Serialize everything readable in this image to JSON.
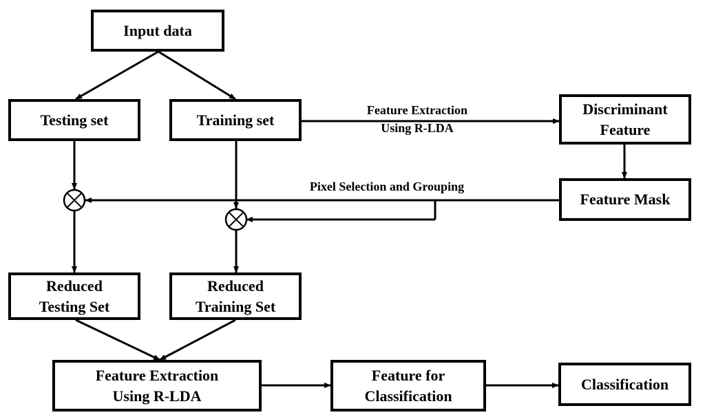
{
  "colors": {
    "stroke": "#000000",
    "background": "#ffffff"
  },
  "nodes": {
    "input_data": "Input data",
    "testing_set": "Testing set",
    "training_set": "Training set",
    "discriminant_feature": [
      "Discriminant",
      "Feature"
    ],
    "feature_mask": "Feature Mask",
    "reduced_testing_set": [
      "Reduced",
      "Testing Set"
    ],
    "reduced_training_set": [
      "Reduced",
      "Training Set"
    ],
    "feature_extraction_rlda": [
      "Feature Extraction",
      "Using R-LDA"
    ],
    "feature_for_classification": [
      "Feature for",
      "Classification"
    ],
    "classification": "Classification"
  },
  "edge_labels": {
    "feature_extraction": [
      "Feature Extraction",
      "Using R-LDA"
    ],
    "pixel_selection": "Pixel Selection and Grouping"
  },
  "operators": {
    "multiply_symbol": "circle-times-icon"
  }
}
